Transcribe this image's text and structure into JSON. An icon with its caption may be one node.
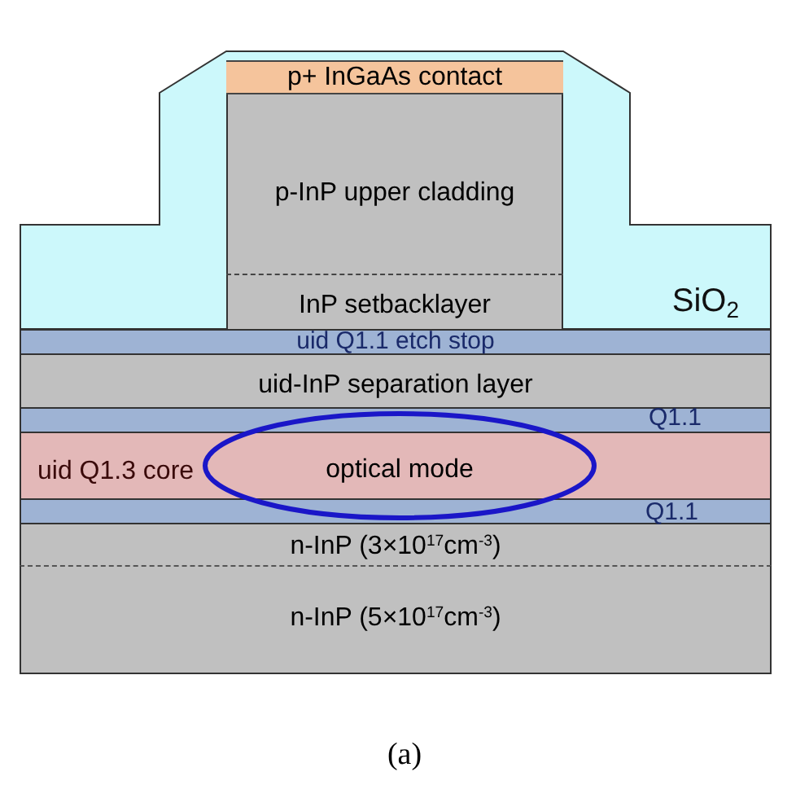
{
  "diagram": {
    "caption": "(a)",
    "nodes": [
      {
        "text": [
          "SiO$_{2}$"
        ]
      },
      {
        "text": [
          "p+ InGaAs contact"
        ],
        "in": 0
      },
      {
        "text": [
          "p-InP upper cladding"
        ],
        "in": 0
      },
      {
        "text": [
          "InP setbacklayer"
        ],
        "in": 0
      },
      {
        "text": [
          "uid Q1.1 etch stop"
        ]
      },
      {
        "text": [
          "uid-InP separation layer"
        ]
      },
      {
        "text": [
          "Q1.1"
        ]
      },
      {
        "text": [
          "uid Q1.3 core"
        ]
      },
      {
        "text": [
          "optical mode"
        ]
      },
      {
        "text": [
          "Q1.1"
        ]
      },
      {
        "text": [
          "n-InP (3×10$^{17}$cm$^{-3}$)"
        ]
      },
      {
        "text": [
          "n-InP (5×10$^{17}$cm$^{-3}$)"
        ]
      }
    ]
  }
}
